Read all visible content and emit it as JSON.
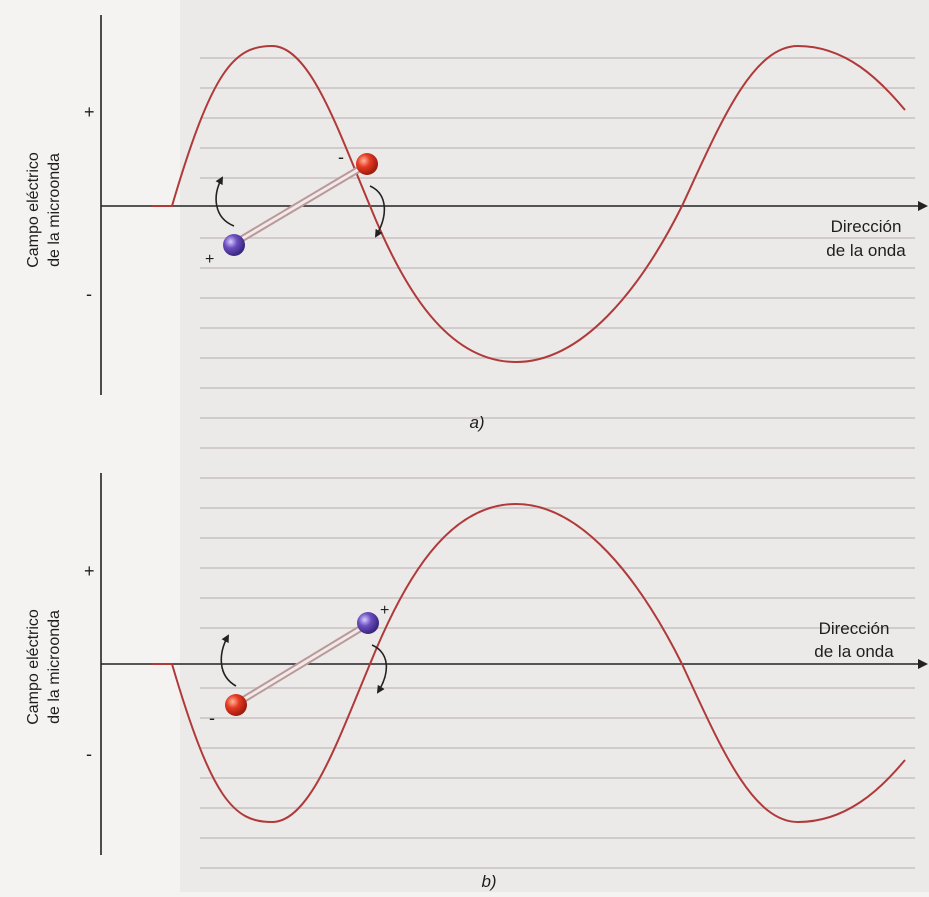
{
  "colors": {
    "wave": "#b03a3a",
    "axis": "#222222",
    "bond": "#d9c4c4",
    "negative_atom": "#e0321e",
    "positive_atom": "#6a4fb3",
    "background_text_block": "#e3dede"
  },
  "panels": [
    {
      "caption": "a)",
      "y_label_line1": "Campo eléctrico",
      "y_label_line2": "de la microonda",
      "plus_sign": "+",
      "minus_sign": "-",
      "x_label_line1": "Dirección",
      "x_label_line2": "de la onda",
      "molecule": {
        "upper_atom_charge": "-",
        "lower_atom_charge": "+"
      }
    },
    {
      "caption": "b)",
      "y_label_line1": "Campo eléctrico",
      "y_label_line2": "de la microonda",
      "plus_sign": "+",
      "minus_sign": "-",
      "x_label_line1": "Dirección",
      "x_label_line2": "de la onda",
      "molecule": {
        "upper_atom_charge": "+",
        "lower_atom_charge": "-"
      }
    }
  ]
}
